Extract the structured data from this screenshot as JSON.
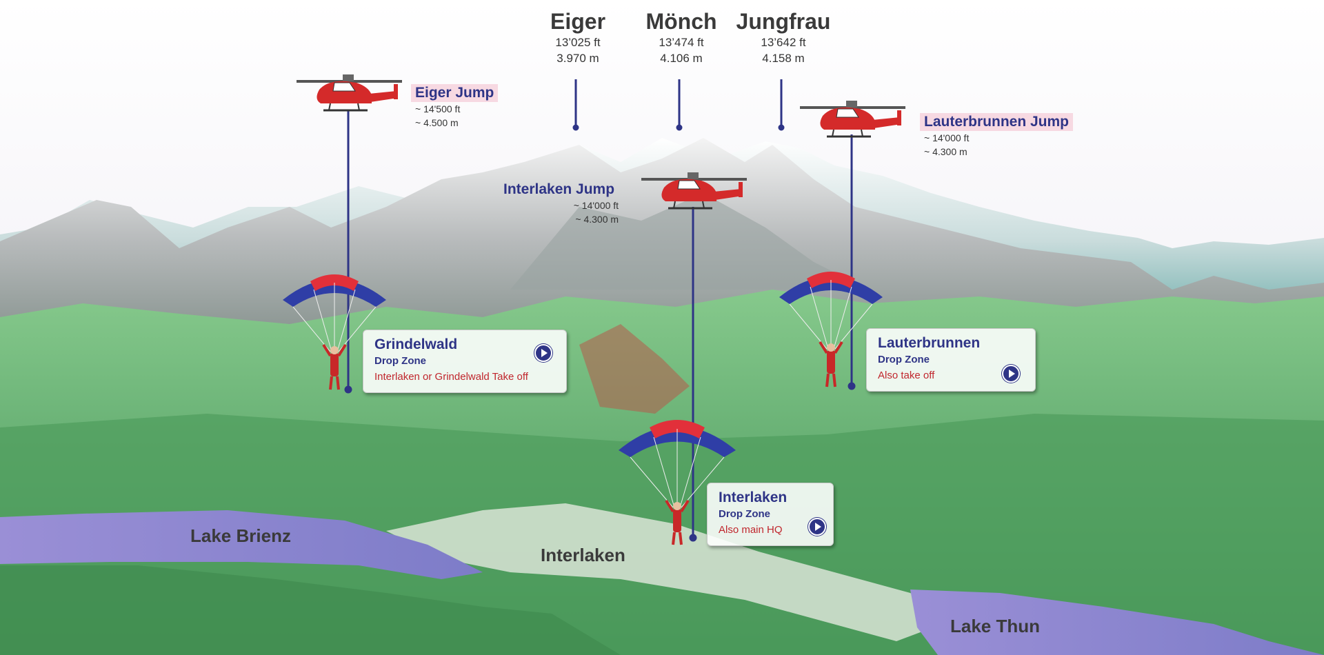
{
  "peaks": [
    {
      "name": "Eiger",
      "alt_ft": "13’025 ft",
      "alt_m": "3.970 m"
    },
    {
      "name": "Mönch",
      "alt_ft": "13’474 ft",
      "alt_m": "4.106 m"
    },
    {
      "name": "Jungfrau",
      "alt_ft": "13’642 ft",
      "alt_m": "4.158 m"
    }
  ],
  "jumps": [
    {
      "name": "Eiger Jump",
      "alt_ft": "~ 14'500 ft",
      "alt_m": "~ 4.500 m"
    },
    {
      "name": "Interlaken Jump",
      "alt_ft": "~ 14'000 ft",
      "alt_m": "~ 4.300 m"
    },
    {
      "name": "Lauterbrunnen Jump",
      "alt_ft": "~ 14'000 ft",
      "alt_m": "~ 4.300 m"
    }
  ],
  "drop_zones": [
    {
      "name": "Grindelwald",
      "subtitle": "Drop Zone",
      "note": "Interlaken or Grindelwald Take off"
    },
    {
      "name": "Lauterbrunnen",
      "subtitle": "Drop Zone",
      "note": "Also take off"
    },
    {
      "name": "Interlaken",
      "subtitle": "Drop Zone",
      "note": "Also main HQ"
    }
  ],
  "places": {
    "lake_brienz": "Lake Brienz",
    "interlaken": "Interlaken",
    "lake_thun": "Lake Thun"
  },
  "colors": {
    "label_blue": "#2e3486",
    "note_red": "#c0262d",
    "jump_highlight": "#f7d9e2",
    "lake": "#8a86cf",
    "meadow": "#5fae6a",
    "canopy_blue": "#2f3ea6",
    "canopy_red": "#e2303a"
  },
  "icons": {
    "helicopter": "helicopter-icon",
    "parachute": "parachute-icon",
    "play": "play-icon"
  }
}
